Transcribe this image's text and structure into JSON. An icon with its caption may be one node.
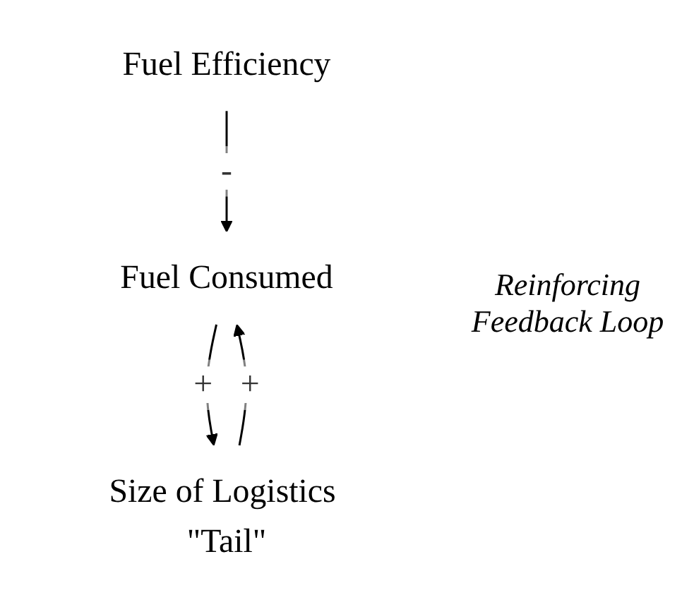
{
  "diagram": {
    "nodes": [
      {
        "text": [
          "Fuel Efficiency"
        ]
      },
      {
        "text": [
          "Fuel Consumed"
        ]
      },
      {
        "text": [
          "Size of Logistics \"Tail\""
        ]
      }
    ],
    "edges": [
      {
        "from": 0,
        "to": 1,
        "arrow": "to",
        "label": "-"
      },
      {
        "from": 1,
        "to": 2,
        "arrow": "to",
        "label": "+"
      },
      {
        "from": 2,
        "to": 1,
        "arrow": "to",
        "label": "+"
      }
    ],
    "labels": [
      "Reinforcing Feedback Loop"
    ]
  }
}
